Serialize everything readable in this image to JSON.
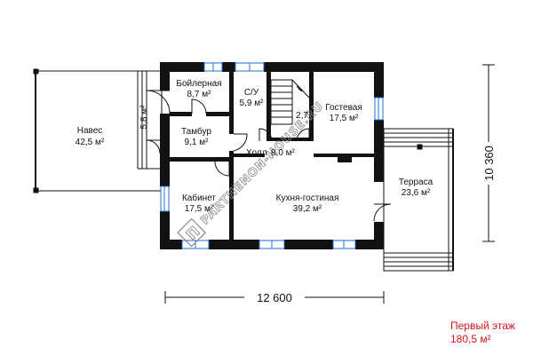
{
  "rooms": {
    "naves": {
      "name": "Навес",
      "area": "42,5 м²"
    },
    "boiler": {
      "name": "Бойлерная",
      "area": "8,7 м²"
    },
    "bath": {
      "name": "С/У",
      "area": "5,9 м²"
    },
    "stair_area": "2,7",
    "guest": {
      "name": "Гостевая",
      "area": "17,5 м²"
    },
    "vestibule_area": "5,8 м²",
    "tambur": {
      "name": "Тамбур",
      "area": "9,1 м²"
    },
    "hall": {
      "name": "Холл",
      "area": "8,0 м²"
    },
    "office": {
      "name": "Кабинет",
      "area": "17,5 м²"
    },
    "kitchen": {
      "name": "Кухня-гостиная",
      "area": "39,2 м²"
    },
    "terrace": {
      "name": "Терраса",
      "area": "23,6 м²"
    }
  },
  "dimensions": {
    "width": "12 600",
    "height": "10 360"
  },
  "floor": {
    "name": "Первый этаж",
    "area": "180,5 м²"
  },
  "watermark": "PARTHENON-HOUSE.RU",
  "colors": {
    "wall": "#111111",
    "window": "#1e6fd9",
    "floor_label": "#d8141b"
  }
}
